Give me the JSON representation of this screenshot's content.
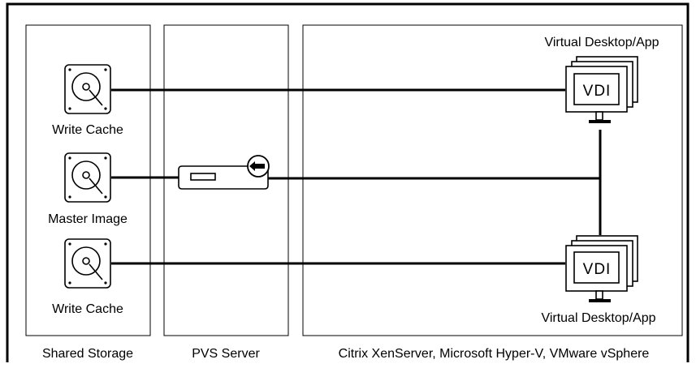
{
  "sections": {
    "shared_storage": "Shared Storage",
    "pvs_server": "PVS Server",
    "hypervisor": "Citrix XenServer, Microsoft Hyper-V, VMware vSphere"
  },
  "storage": {
    "write_cache_top": "Write Cache",
    "master_image": "Master Image",
    "write_cache_bottom": "Write Cache"
  },
  "desktops": {
    "top_label": "Virtual Desktop/App",
    "top_screen": "VDI",
    "bottom_label": "Virtual Desktop/App",
    "bottom_screen": "VDI"
  },
  "icons": {
    "disk": "hard-disk-icon",
    "server": "pvs-server-icon",
    "arrow": "stream-arrow-icon",
    "monitor": "monitor-stack-icon"
  }
}
